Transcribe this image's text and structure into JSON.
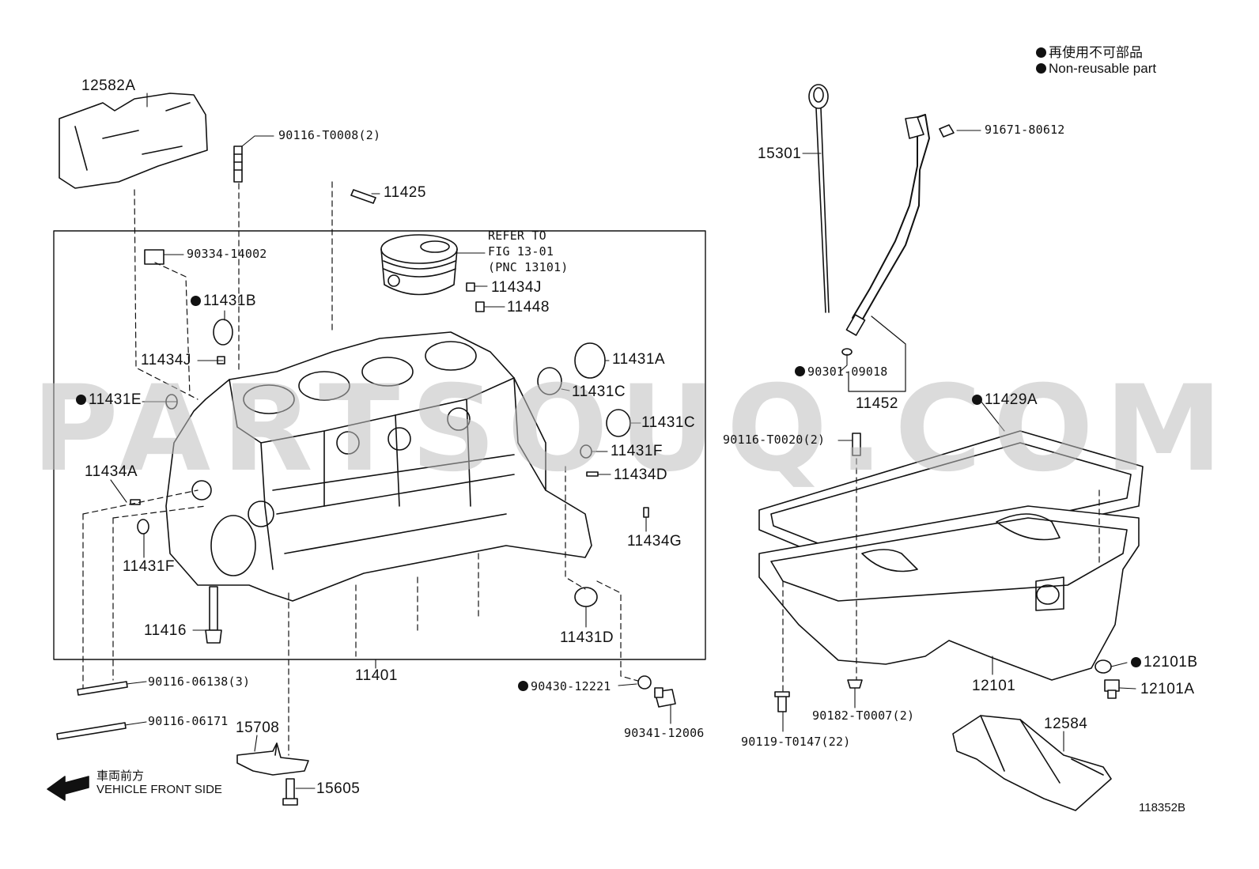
{
  "watermark": "PARTSOUQ.COM",
  "legend": {
    "line1": "再使用不可部品",
    "line2": "Non-reusable part"
  },
  "figure_number": "118352B",
  "vehicle_front": {
    "jp": "車両前方",
    "en": "VEHICLE FRONT SIDE"
  },
  "refer": {
    "line1": "REFER TO",
    "line2": "FIG 13-01",
    "line3": "(PNC 13101)"
  },
  "parts": {
    "p12582A": "12582A",
    "p90116_T0008": "90116-T0008(2)",
    "p11425": "11425",
    "p90334_14002": "90334-14002",
    "p11434J_a": "11434J",
    "p11448": "11448",
    "p11431B": "11431B",
    "p11434J_b": "11434J",
    "p11431A": "11431A",
    "p11431C_a": "11431C",
    "p11431E": "11431E",
    "p11431C_b": "11431C",
    "p11431F_a": "11431F",
    "p11434D": "11434D",
    "p11434A": "11434A",
    "p11434G": "11434G",
    "p11431F_b": "11431F",
    "p11416": "11416",
    "p11431D": "11431D",
    "p11401": "11401",
    "p90116_06138": "90116-06138(3)",
    "p90430_12221": "90430-12221",
    "p90116_06171": "90116-06171",
    "p90341_12006": "90341-12006",
    "p15708": "15708",
    "p15605": "15605",
    "p15301": "15301",
    "p91671_80612": "91671-80612",
    "p90301_09018": "90301-09018",
    "p11452": "11452",
    "p11429A": "11429A",
    "p90116_T0020": "90116-T0020(2)",
    "p12101": "12101",
    "p12101B": "12101B",
    "p12101A": "12101A",
    "p90182_T0007": "90182-T0007(2)",
    "p90119_T0147": "90119-T0147(22)",
    "p12584": "12584"
  }
}
